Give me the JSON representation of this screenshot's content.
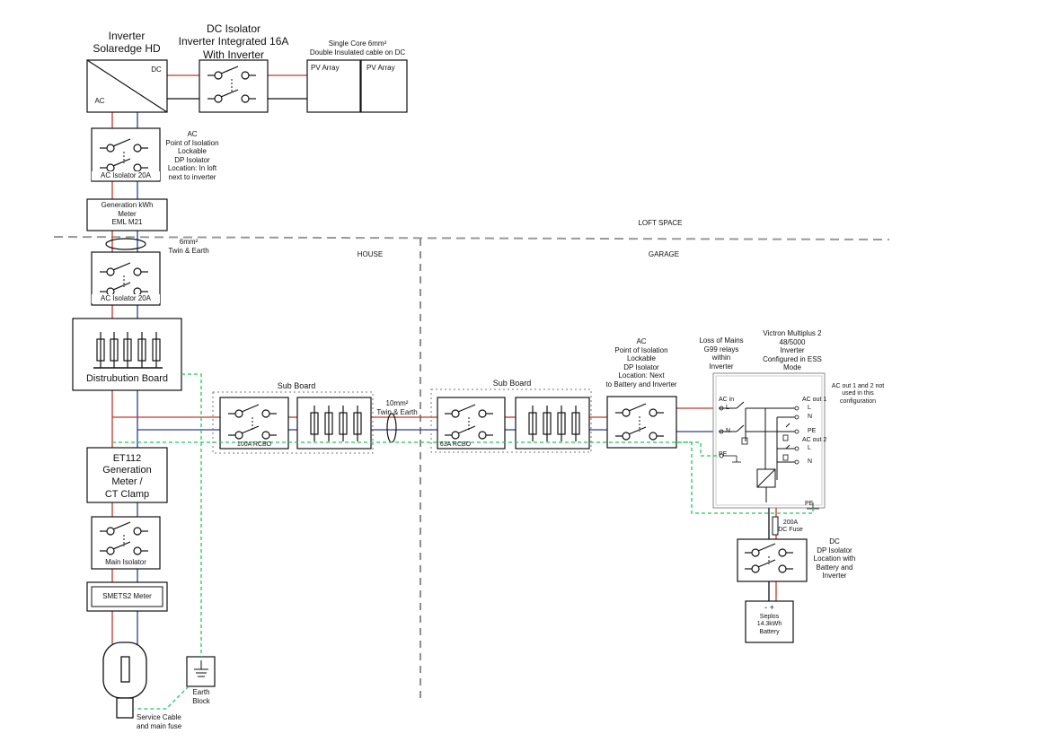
{
  "labels": {
    "inverter_title": "Inverter\nSolaredge HD",
    "inverter_dc": "DC",
    "inverter_ac": "AC",
    "dc_isolator_title": "DC Isolator\nInverter Integrated 16A\nWith Inverter",
    "dc_cable_note": "Single Core 6mm²\nDouble Insulated cable on DC",
    "pv_array_1": "PV Array",
    "pv_array_2": "PV Array",
    "ac_iso_top_note": "AC\nPoint of Isolation\nLockable\nDP Isolator\nLocation: In loft\nnext to inverter",
    "ac_iso_top_label": "AC Isolator 20A",
    "gen_meter": "Generation kWh\nMeter\nEML M21",
    "loft_space": "LOFT SPACE",
    "twin_earth_6": "6mm²\nTwin & Earth",
    "house": "HOUSE",
    "garage": "GARAGE",
    "ac_iso_2_label": "AC Isolator 20A",
    "dist_board": "Distrubution Board",
    "sub_board_1": "Sub Board",
    "rcbo_100": "100A RCBO",
    "twin_earth_10": "10mm²\nTwin & Earth",
    "sub_board_2": "Sub Board",
    "rcbo_63": "63A RCBO",
    "ac_iso_garage_note": "AC\nPoint of Isolation\nLockable\nDP Isolator\nLocation: Next\nto Battery and Inverter",
    "loss_mains": "Loss of Mains\nG99 relays\nwithin\nInverter",
    "victron": "Victron Multiplus 2\n48/5000\nInverter\nConfigured in ESS\nMode",
    "ac_out_note": "AC out 1 and 2 not\nused in this\nconfiguration",
    "et112": "ET112\nGeneration\nMeter /\nCT Clamp",
    "main_isolator": "Main Isolator",
    "smets2": "SMETS2 Meter",
    "earth_block": "Earth\nBlock",
    "service_cable": "Service Cable\nand main fuse",
    "dc_fuse": "200A\nDC Fuse",
    "dc_iso_note": "DC\nDP Isolator\nLocation with\nBattery and\nInverter",
    "battery_terminals": "-   +",
    "battery": "Seplos\n14.3kWh\nBattery",
    "victron_ac_in": "AC in",
    "victron_ac_out1": "AC out 1",
    "victron_ac_out2": "AC out 2",
    "victron_l_in": "L",
    "victron_n_in": "N",
    "victron_l1": "L",
    "victron_n1": "N",
    "victron_pe1": "PE",
    "victron_l2": "L",
    "victron_n2": "N",
    "victron_pe_in": "PE",
    "victron_pe_bottom": "PE"
  },
  "colors": {
    "live": "#c0392b",
    "neutral": "#2c3e99",
    "earth": "#22c55e",
    "dash": "#999999"
  }
}
